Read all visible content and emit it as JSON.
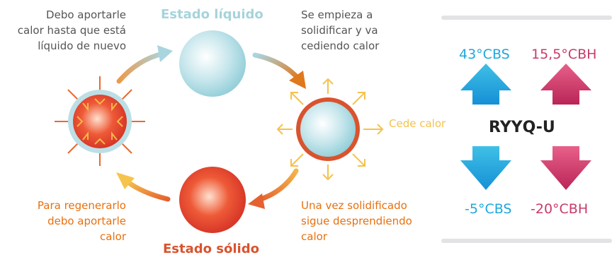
{
  "left_process": {
    "liquid_title": "Estado líquido",
    "solid_title": "Estado sólido",
    "note_top_left": [
      "Debo aportarle",
      "calor hasta que está",
      "líquido de nuevo"
    ],
    "note_top_right": [
      "Se empieza a",
      "solidificar y va",
      "cediendo calor"
    ],
    "note_bottom_right": [
      "Una vez solidificado",
      "sigue desprendiendo",
      "calor"
    ],
    "note_bottom_left": [
      "Para regenerarlo",
      "debo aportarle",
      "calor"
    ],
    "cede_label": "Cede calor"
  },
  "right_panel": {
    "temp_high_blue": "43°CBS",
    "temp_high_red": "15,5°CBH",
    "model": "RYYQ-U",
    "temp_low_blue": "-5°CBS",
    "temp_low_red": "-20°CBH"
  },
  "colors": {
    "blue": "#20a7dc",
    "red": "#c73b69",
    "orange_text": "#e8700f",
    "liquid_title": "#a6d3db",
    "solid_title": "#d9532e",
    "cede_yellow": "#f4c24e"
  }
}
